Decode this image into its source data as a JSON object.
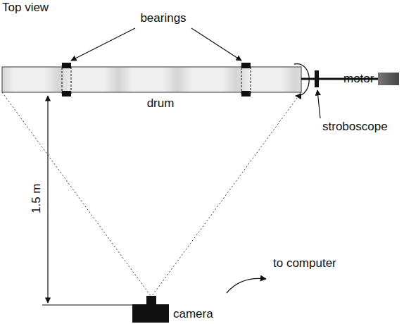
{
  "diagram": {
    "title": "Top view",
    "labels": [
      "bearings",
      "drum",
      "motor",
      "stroboscope",
      "1.5 m",
      "to computer",
      "camera"
    ]
  }
}
